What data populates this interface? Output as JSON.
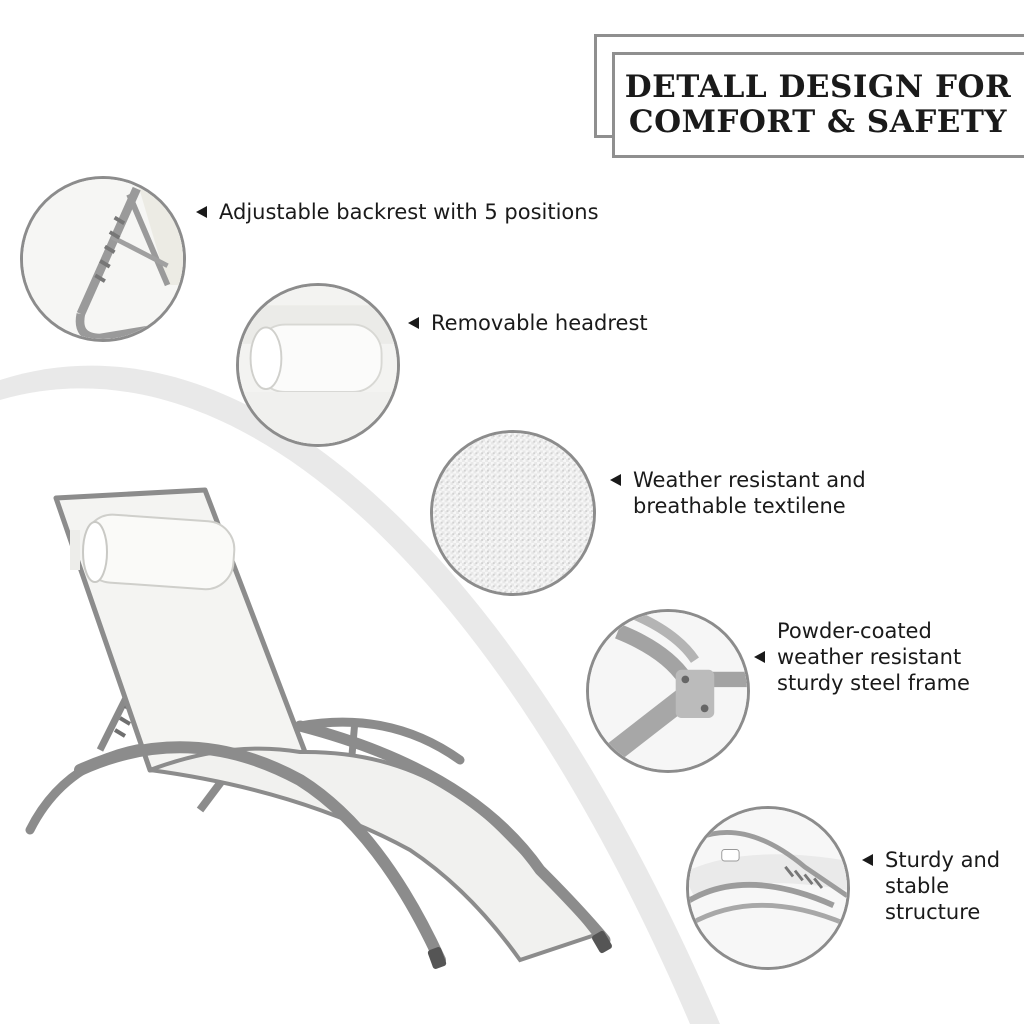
{
  "title": {
    "line1": "DETALL DESIGN FOR",
    "line2": "COMFORT & SAFETY"
  },
  "features": [
    {
      "text": "Adjustable backrest with 5 positions",
      "icon": "backrest-detail"
    },
    {
      "text": "Removable headrest",
      "icon": "headrest-detail"
    },
    {
      "text": "Weather resistant and\nbreathable textilene",
      "icon": "textilene-detail"
    },
    {
      "text": "Powder-coated\nweather resistant\nsturdy steel frame",
      "icon": "frame-detail"
    },
    {
      "text": "Sturdy and\nstable structure",
      "icon": "structure-detail"
    }
  ],
  "colors": {
    "frame_gray": "#8c8c8c",
    "fabric_white": "#f4f4f2",
    "text_dark": "#1a1a1a",
    "border_gray": "#8f8f8f"
  }
}
